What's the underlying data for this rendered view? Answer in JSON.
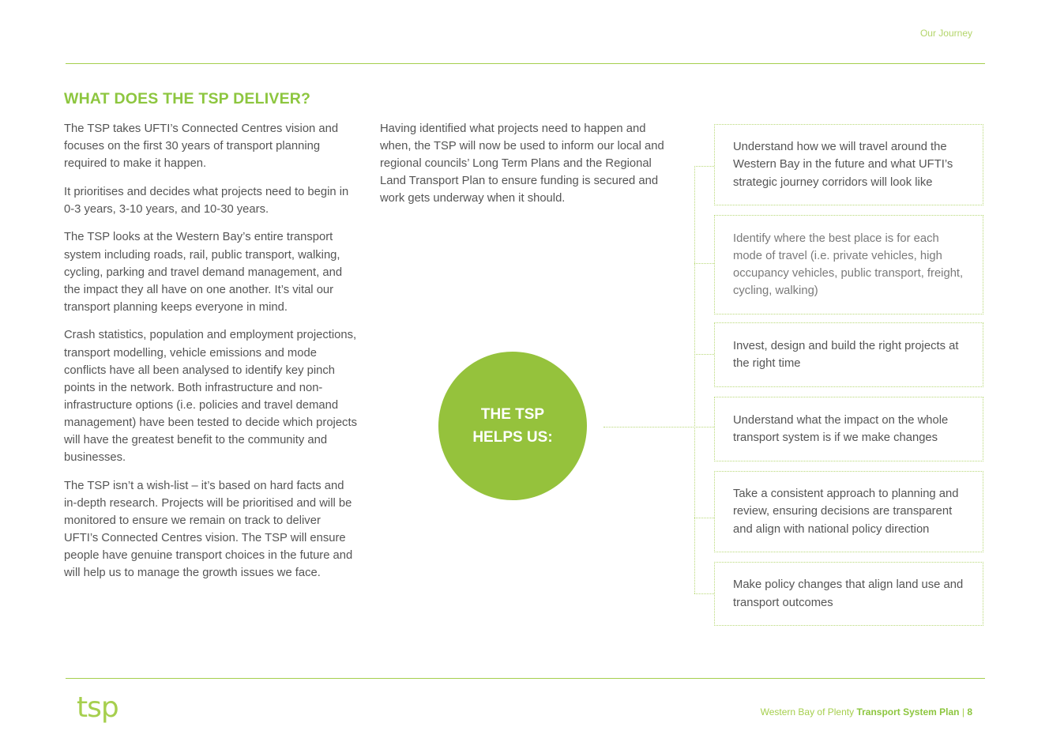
{
  "header": {
    "section_tag": "Our Journey"
  },
  "heading": "WHAT DOES THE TSP DELIVER?",
  "left_column": {
    "paragraphs": [
      "The TSP takes UFTI’s Connected Centres vision and focuses on the first 30 years of transport planning required to make it happen.",
      "It prioritises and decides what projects need to begin in 0-3 years, 3-10 years, and 10-30 years.",
      "The TSP looks at the Western Bay’s entire transport system including roads, rail, public transport, walking, cycling, parking and travel demand management, and the impact they all have on one another. It’s vital our transport planning keeps everyone in mind.",
      "Crash statistics, population and employment projections, transport modelling, vehicle emissions and mode conflicts have all been analysed to identify key pinch points in the network. Both infrastructure and non-infrastructure options (i.e. policies and travel demand management) have been tested to decide which projects will have the greatest benefit to the community and businesses.",
      "The TSP isn’t a wish-list – it’s based on hard facts and in-depth research. Projects will be prioritised and will be monitored to ensure we remain on track to deliver UFTI’s Connected Centres vision. The TSP will ensure people have genuine transport choices in the future and will help us to manage the growth issues we face."
    ]
  },
  "middle_column": {
    "paragraph": "Having identified what projects need to happen and when, the TSP will now be used to inform our local and regional councils’ Long Term Plans and the Regional Land Transport Plan to ensure funding is secured and work gets underway when it should."
  },
  "circle": {
    "label": "THE TSP HELPS US:"
  },
  "helps_list": [
    "Understand how we will travel around the Western Bay in the future and what UFTI’s strategic journey corridors will look like",
    "Identify where the best place is for each mode of travel (i.e. private vehicles, high occupancy vehicles, public transport, freight, cycling, walking)",
    "Invest, design and build the right projects at the right time",
    "Understand what the impact on the whole transport system is if we make changes",
    "Take a consistent approach to planning and review, ensuring decisions are transparent and align with national policy direction",
    "Make policy changes that align land use and transport outcomes"
  ],
  "footer": {
    "logo_text": "tsp",
    "region": "Western Bay of Plenty",
    "plan_title": "Transport System Plan",
    "separator": "|",
    "page_number": "8"
  },
  "colors": {
    "accent_green": "#8dc63f",
    "circle_green": "#95c23c",
    "body_text": "#555555"
  }
}
